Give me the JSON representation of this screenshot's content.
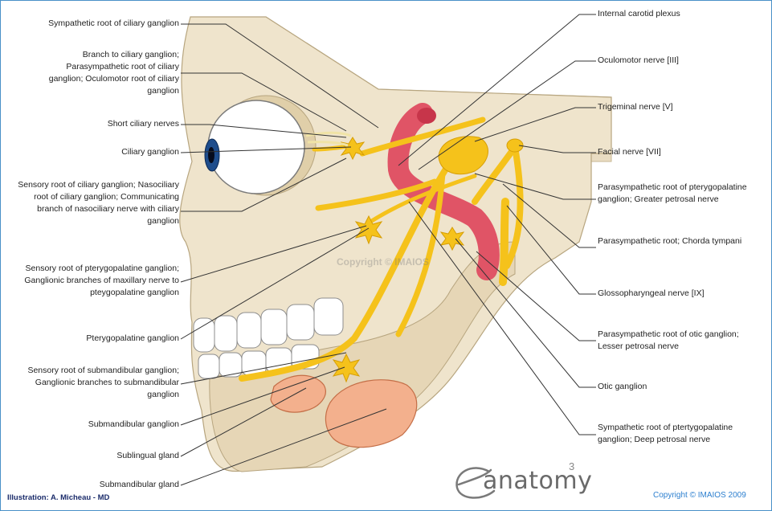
{
  "left_labels": [
    "Sympathetic root of ciliary ganglion",
    "Branch to ciliary ganglion; Parasympathetic root of ciliary ganglion; Oculomotor root of ciliary ganglion",
    "Short ciliary nerves",
    "Ciliary ganglion",
    "Sensory root of ciliary ganglion; Nasociliary root of ciliary ganglion; Communicating branch of nasociliary nerve with ciliary ganglion",
    "Sensory root of pterygopalatine ganglion; Ganglionic branches of maxillary nerve to pteygopalatine ganglion",
    "Pterygopalatine ganglion",
    "Sensory root of submandibular ganglion; Ganglionic branches to submandibular ganglion",
    "Submandibular ganglion",
    "Sublingual gland",
    "Submandibular gland"
  ],
  "right_labels": [
    "Internal carotid plexus",
    "Oculomotor nerve [III]",
    "Trigeminal nerve [V]",
    "Facial nerve [VII]",
    "Parasympathetic root of pterygopalatine ganglion; Greater petrosal nerve",
    "Parasympathetic root; Chorda tympani",
    "Glossopharyngeal nerve [IX]",
    "Parasympathetic root of otic ganglion; Lesser petrosal nerve",
    "Otic ganglion",
    "Sympathetic root of ptertygopalatine ganglion; Deep petrosal nerve"
  ],
  "footer": {
    "credit": "Illustration: A. Micheau - MD",
    "copyright": "Copyright © IMAIOS 2009",
    "logo_text": "anatomy",
    "logo_superscript": "3",
    "watermark": "Copyright © IMAIOS"
  },
  "colors": {
    "bone": "#e9dcc2",
    "nerve": "#f5c21b",
    "artery": "#e05466",
    "gland": "#f3b08d",
    "frame": "#4a90c8",
    "copyright": "#2c7fcf"
  }
}
